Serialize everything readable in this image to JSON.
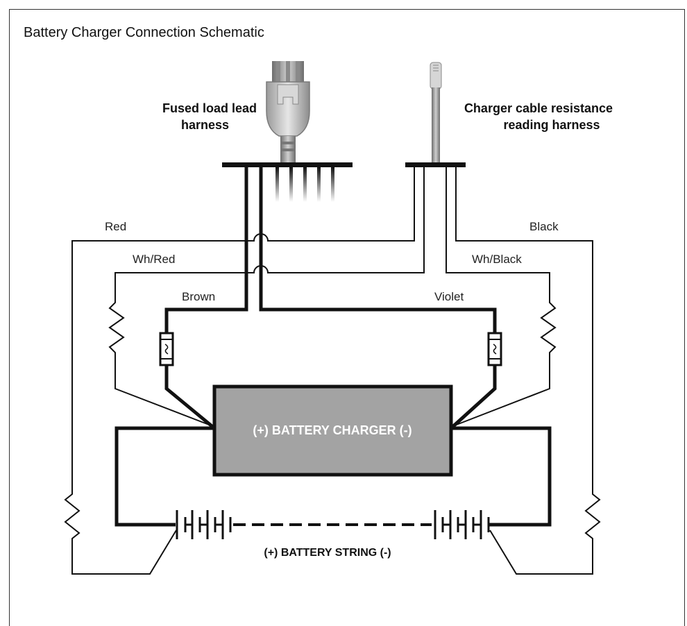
{
  "title": "Battery Charger Connection Schematic",
  "labels": {
    "fused_load_lead_line1": "Fused load lead",
    "fused_load_lead_line2": "harness",
    "charger_cable_line1": "Charger cable resistance",
    "charger_cable_line2": "reading harness",
    "wire_red": "Red",
    "wire_wh_red": "Wh/Red",
    "wire_brown": "Brown",
    "wire_black": "Black",
    "wire_wh_black": "Wh/Black",
    "wire_violet": "Violet",
    "charger": "(+) BATTERY CHARGER (-)",
    "battery_string": "(+) BATTERY STRING (-)"
  },
  "colors": {
    "wire": "#111111",
    "charger_fill": "#a3a3a3",
    "charger_text": "#ffffff",
    "connector_grey": "#bdbdbd",
    "frame": "#333333"
  }
}
